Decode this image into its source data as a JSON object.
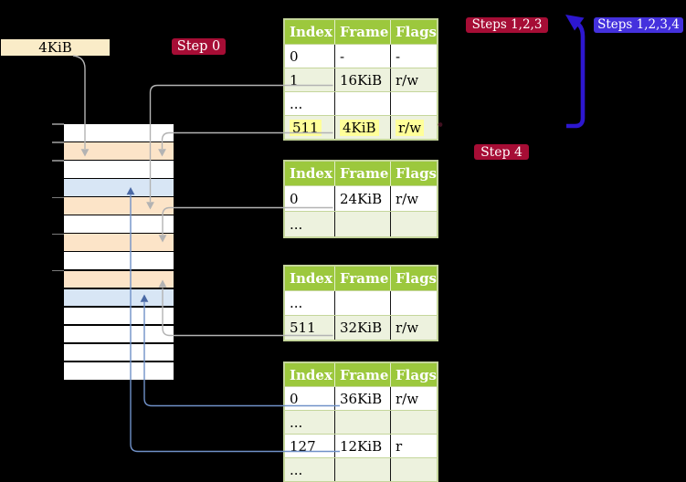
{
  "labels": {
    "frame_4kib": "4KiB",
    "step0": "Step 0",
    "steps123": "Steps 1,2,3",
    "steps1234": "Steps 1,2,3,4",
    "step4": "Step 4"
  },
  "colors": {
    "background": "#000000",
    "wheat_label_bg": "#faecc8",
    "crimson_badge_bg": "#a60d35",
    "violet_badge_bg": "#4431dd",
    "table_header_bg": "#9cc83d",
    "table_border": "#c5d69b",
    "table_row_shaded": "#edf2de",
    "table_row_plain": "#ffffff",
    "highlight_yellow": "#ffff99",
    "memory_white": "#ffffff",
    "memory_peach": "#fce4c8",
    "memory_blue": "#d8e6f5",
    "gray_arrow": "#b3b3b3",
    "blue_arrow": "#7091c8",
    "blue_arrowhead": "#4a69a5",
    "big_arrow_blue": "#2d17cf",
    "tick_gray": "#7a7a7a",
    "dot_dark": "#401020"
  },
  "memory_column": {
    "rows": [
      "white",
      "peach",
      "white",
      "blue",
      "peach",
      "white",
      "peach",
      "white",
      "peach",
      "blue",
      "white",
      "white",
      "white",
      "white"
    ]
  },
  "page_tables": [
    {
      "id": "table-1",
      "headers": [
        "Index",
        "Frame",
        "Flags"
      ],
      "rows": [
        {
          "index": "0",
          "frame": "-",
          "flags": "-",
          "shaded": false,
          "highlight": false
        },
        {
          "index": "1",
          "frame": "16KiB",
          "flags": "r/w",
          "shaded": true,
          "highlight": false
        },
        {
          "index": "...",
          "frame": "",
          "flags": "",
          "shaded": false,
          "highlight": false
        },
        {
          "index": "511",
          "frame": "4KiB",
          "flags": "r/w",
          "shaded": true,
          "highlight": true
        }
      ]
    },
    {
      "id": "table-2",
      "headers": [
        "Index",
        "Frame",
        "Flags"
      ],
      "rows": [
        {
          "index": "0",
          "frame": "24KiB",
          "flags": "r/w",
          "shaded": false,
          "highlight": false
        },
        {
          "index": "...",
          "frame": "",
          "flags": "",
          "shaded": true,
          "highlight": false
        }
      ]
    },
    {
      "id": "table-3",
      "headers": [
        "Index",
        "Frame",
        "Flags"
      ],
      "rows": [
        {
          "index": "...",
          "frame": "",
          "flags": "",
          "shaded": false,
          "highlight": false
        },
        {
          "index": "511",
          "frame": "32KiB",
          "flags": "r/w",
          "shaded": true,
          "highlight": false
        }
      ]
    },
    {
      "id": "table-4",
      "headers": [
        "Index",
        "Frame",
        "Flags"
      ],
      "rows": [
        {
          "index": "0",
          "frame": "36KiB",
          "flags": "r/w",
          "shaded": false,
          "highlight": false
        },
        {
          "index": "...",
          "frame": "",
          "flags": "",
          "shaded": true,
          "highlight": false
        },
        {
          "index": "127",
          "frame": "12KiB",
          "flags": "r",
          "shaded": false,
          "highlight": false
        },
        {
          "index": "...",
          "frame": "",
          "flags": "",
          "shaded": true,
          "highlight": false
        }
      ]
    }
  ]
}
